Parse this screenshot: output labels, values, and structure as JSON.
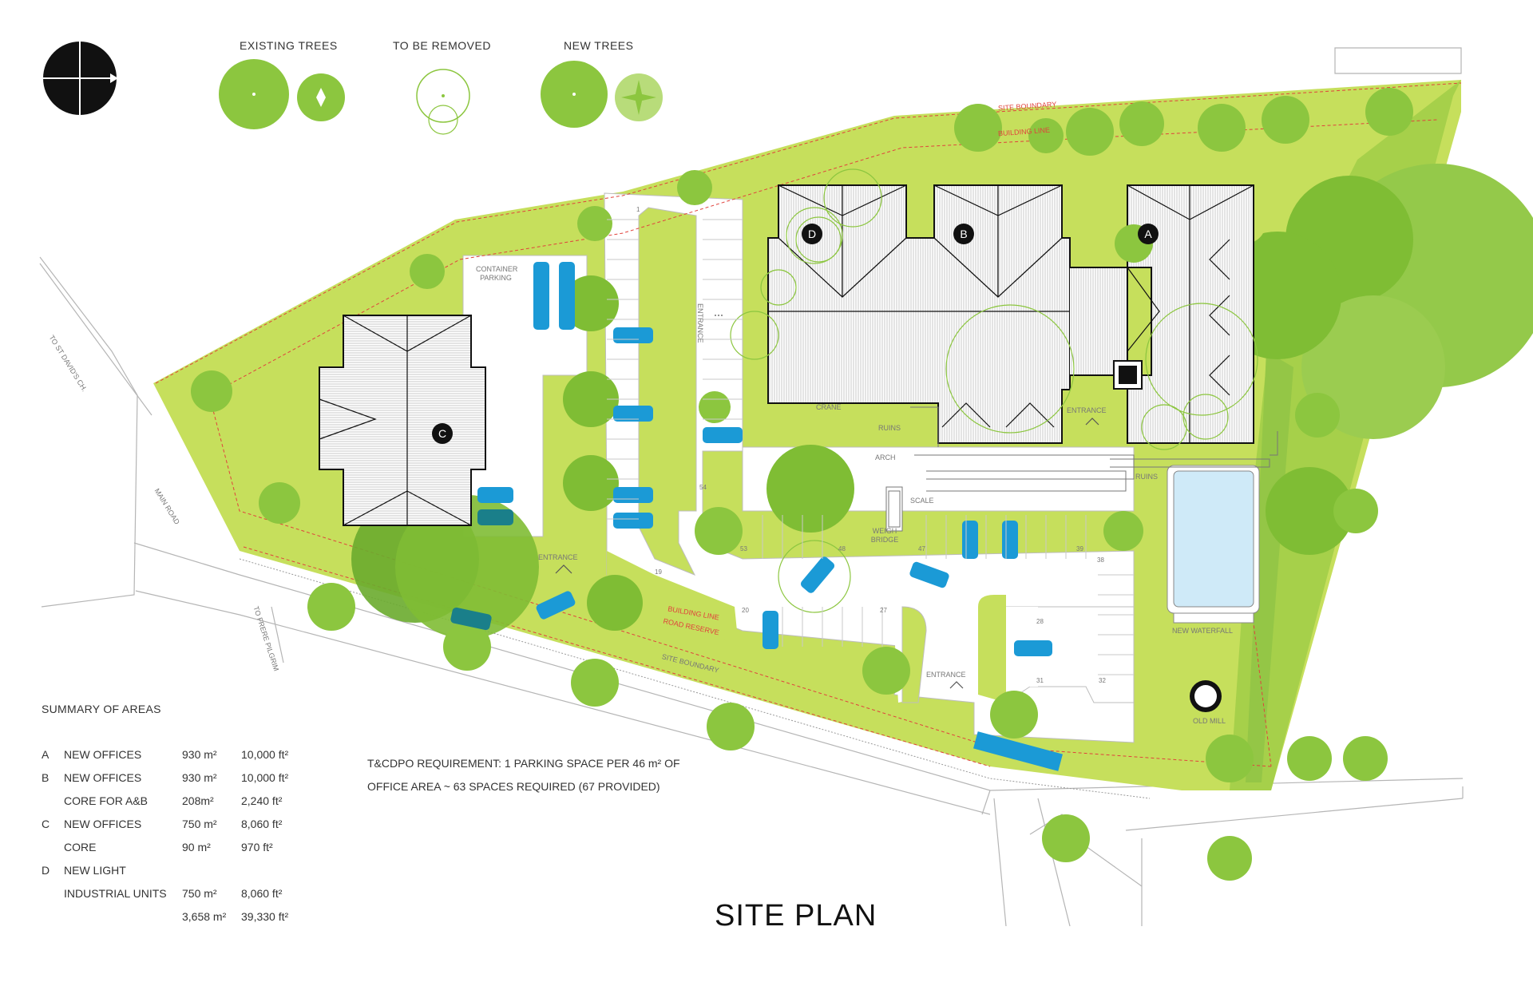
{
  "title": "SITE PLAN",
  "legend": {
    "existing_trees": "EXISTING TREES",
    "to_be_removed": "TO BE REMOVED",
    "new_trees": "NEW TREES"
  },
  "labels": {
    "site_boundary_top": "SITE BOUNDARY",
    "building_line_top": "BUILDING LINE",
    "container_parking_1": "CONTAINER",
    "container_parking_2": "PARKING",
    "entrance": "ENTRANCE",
    "crane": "CRANE",
    "ruins": "RUINS",
    "arch": "ARCH",
    "scale": "SCALE",
    "weigh_bridge_1": "WEIGH",
    "weigh_bridge_2": "BRIDGE",
    "building_line_bottom": "BUILDING LINE",
    "road_reserve": "ROAD RESERVE",
    "site_boundary_bottom": "SITE BOUNDARY",
    "new_waterfall": "NEW WATERFALL",
    "old_mill": "OLD MILL",
    "main_road": "MAIN ROAD",
    "to_st_davids": "TO ST DAVID'S CH.",
    "to_frere_pilgrim": "TO FRERE PILGRIM"
  },
  "parking_numbers": [
    "1",
    "19",
    "54",
    "53",
    "48",
    "47",
    "39",
    "38",
    "20",
    "27",
    "28",
    "31",
    "32"
  ],
  "buildings": [
    "A",
    "B",
    "C",
    "D"
  ],
  "summary": {
    "title": "SUMMARY OF AREAS",
    "rows": [
      {
        "letter": "A",
        "desc": "NEW OFFICES",
        "m2": "930 m²",
        "ft2": "10,000 ft²"
      },
      {
        "letter": "B",
        "desc": "NEW OFFICES",
        "m2": "930 m²",
        "ft2": "10,000 ft²"
      },
      {
        "letter": "",
        "desc": "CORE FOR A&B",
        "m2": "208m²",
        "ft2": "2,240 ft²"
      },
      {
        "letter": "C",
        "desc": "NEW OFFICES",
        "m2": "750 m²",
        "ft2": "8,060 ft²"
      },
      {
        "letter": "",
        "desc": "CORE",
        "m2": "90 m²",
        "ft2": "970 ft²"
      },
      {
        "letter": "D",
        "desc": "NEW LIGHT",
        "m2": "",
        "ft2": ""
      },
      {
        "letter": "",
        "desc": "INDUSTRIAL UNITS",
        "m2": "750 m²",
        "ft2": "8,060 ft²"
      },
      {
        "letter": "",
        "desc": "",
        "m2": "3,658 m²",
        "ft2": "39,330 ft²"
      }
    ]
  },
  "requirement": {
    "line1": "T&CDPO REQUIREMENT: 1 PARKING SPACE PER 46 m² OF",
    "line2": "OFFICE AREA ~ 63 SPACES REQUIRED (67 PROVIDED)"
  },
  "colors": {
    "site_green": "#c6df5c",
    "lawn_green": "#a9d244",
    "tree_green": "#8cc63f",
    "dark_tree": "#6aab2e",
    "car_blue": "#1b9ad6",
    "pool_blue": "#cfeaf8",
    "boundary_red": "#e0423c"
  }
}
